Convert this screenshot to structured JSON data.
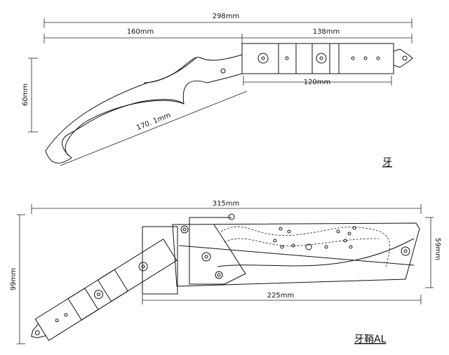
{
  "knife": {
    "title": "牙",
    "dimensions": {
      "overall_length": "298mm",
      "blade_length": "160mm",
      "handle_length": "138mm",
      "grip_length": "120mm",
      "blade_height": "60mm",
      "blade_edge": "170. 1mm"
    }
  },
  "sheath": {
    "title": "牙鞘AL",
    "dimensions": {
      "overall_length": "315mm",
      "overall_height": "99mm",
      "sheath_length": "225mm",
      "sheath_height": "59mm"
    }
  }
}
